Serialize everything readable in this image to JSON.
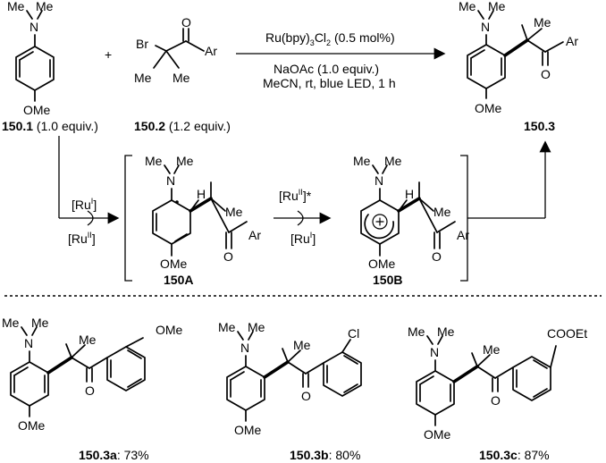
{
  "reaction": {
    "conditions_line1_prefix": "Ru(bpy)",
    "conditions_line1_sub": "3",
    "conditions_line1_mid": "Cl",
    "conditions_line1_sub2": "2",
    "conditions_line1_suffix": " (0.5 mol%)",
    "conditions_line2": "NaOAc (1.0 equiv.)",
    "conditions_line3": "MeCN, rt, blue LED, 1 h",
    "plus": "+"
  },
  "compounds": {
    "c1": {
      "id": "150.1",
      "equiv": " (1.0 equiv.)"
    },
    "c2": {
      "id": "150.2",
      "equiv": " (1.2 equiv.)"
    },
    "c3": {
      "id": "150.3"
    },
    "cA": {
      "id": "150A"
    },
    "cB": {
      "id": "150B"
    }
  },
  "atoms": {
    "nme2_N": "N",
    "me": "Me",
    "ome": "OMe",
    "br": "Br",
    "ar": "Ar",
    "o": "O",
    "h": "H",
    "cl": "Cl",
    "cooet": "COOEt"
  },
  "catalysis": {
    "ru_i": "[Ru",
    "ru_i_sup": "I",
    "ru_ii": "[Ru",
    "ru_ii_sup": "II",
    "ru_ii_star_sup": "II",
    "ru_ii_star_tail": "]*",
    "close": "]"
  },
  "products": [
    {
      "id": "150.3a",
      "yield": ": 73%"
    },
    {
      "id": "150.3b",
      "yield": ": 80%"
    },
    {
      "id": "150.3c",
      "yield": ": 87%"
    }
  ]
}
